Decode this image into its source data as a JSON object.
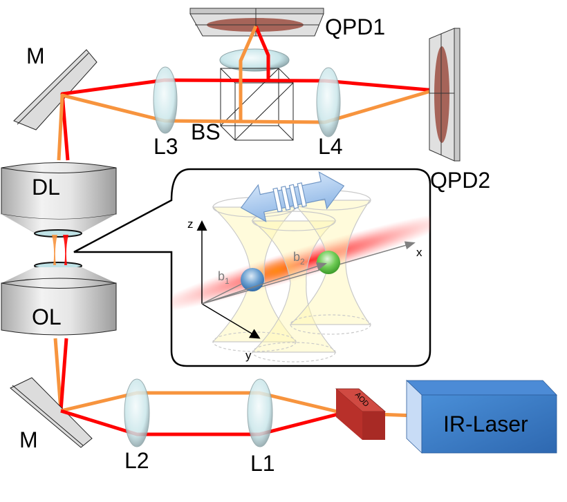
{
  "diagram": {
    "title": "Dual-beam optical tweezers setup with back-focal-plane detection",
    "components": {
      "mirror_top": "M",
      "mirror_bottom": "M",
      "lens_l1": "L1",
      "lens_l2": "L2",
      "lens_l3": "L3",
      "lens_l4": "L4",
      "beam_splitter": "BS",
      "qpd1": "QPD1",
      "qpd2": "QPD2",
      "detection_lens": "DL",
      "objective_lens": "OL",
      "aod": "AOD",
      "laser": "IR-Laser"
    },
    "inset": {
      "axis_x": "x",
      "axis_y": "y",
      "axis_z": "z",
      "bead1": "b",
      "bead1_sub": "1",
      "bead2": "b",
      "bead2_sub": "2"
    },
    "colors": {
      "beam_red": "#ff0000",
      "beam_orange": "#f7943e",
      "qpd_spot": "#a0574a",
      "laser_blue": "#3a7cc8",
      "aod_red": "#c23a34",
      "bead1": "#4f8fc8",
      "bead2": "#5cc24a"
    }
  }
}
